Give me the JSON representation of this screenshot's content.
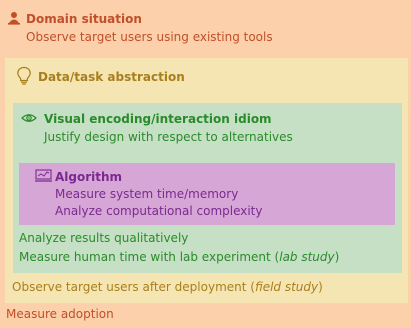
{
  "domain": {
    "title": "Domain situation",
    "sub": "Observe target users using existing tools",
    "bottom": "Measure adoption",
    "color": "#c0502a",
    "icon": "person-icon"
  },
  "abstraction": {
    "title": "Data/task abstraction",
    "bottom_prefix": "Observe target users after deployment (",
    "bottom_italic": "field study",
    "bottom_suffix": ")",
    "color": "#a87f1c",
    "icon": "lightbulb-icon"
  },
  "encoding": {
    "title": "Visual encoding/interaction idiom",
    "sub": "Justify design with respect to alternatives",
    "bottom1": "Analyze results qualitatively",
    "bottom2_prefix": "Measure human time with lab experiment (",
    "bottom2_italic": "lab study",
    "bottom2_suffix": ")",
    "color": "#2b8a2b",
    "icon": "eye-icon"
  },
  "algorithm": {
    "title": "Algorithm",
    "sub1": "Measure system time/memory",
    "sub2": "Analyze computational complexity",
    "color": "#7a2a8e",
    "icon": "monitor-chart-icon"
  }
}
